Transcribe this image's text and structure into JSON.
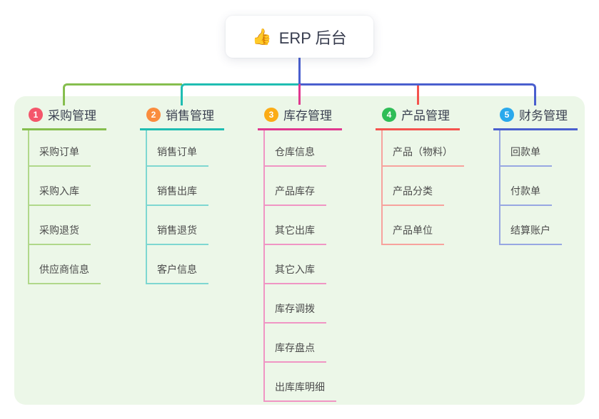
{
  "root": {
    "icon": "👍",
    "label": "ERP 后台"
  },
  "connectors": {
    "trunk_color": "#4A5FCE"
  },
  "branches": [
    {
      "badge": "1",
      "title": "采购管理",
      "colors": {
        "badge": "#F4566B",
        "line": "#86BE4E",
        "child_line": "#B0D88A"
      },
      "children": [
        "采购订单",
        "采购入库",
        "采购退货",
        "供应商信息"
      ]
    },
    {
      "badge": "2",
      "title": "销售管理",
      "colors": {
        "badge": "#FA8C3E",
        "line": "#1FBDB2",
        "child_line": "#7ED7D1"
      },
      "children": [
        "销售订单",
        "销售出库",
        "销售退货",
        "客户信息"
      ]
    },
    {
      "badge": "3",
      "title": "库存管理",
      "colors": {
        "badge": "#FBAC16",
        "line": "#E0388F",
        "child_line": "#F095C4"
      },
      "children": [
        "仓库信息",
        "产品库存",
        "其它出库",
        "其它入库",
        "库存调拨",
        "库存盘点",
        "出库库明细"
      ]
    },
    {
      "badge": "4",
      "title": "产品管理",
      "colors": {
        "badge": "#2FBD57",
        "line": "#F4534E",
        "child_line": "#F7A29D"
      },
      "children": [
        "产品（物料）",
        "产品分类",
        "产品单位"
      ]
    },
    {
      "badge": "5",
      "title": "财务管理",
      "colors": {
        "badge": "#2AA9EC",
        "line": "#4A5FCE",
        "child_line": "#97A7E2"
      },
      "children": [
        "回款单",
        "付款单",
        "结算账户"
      ]
    }
  ]
}
